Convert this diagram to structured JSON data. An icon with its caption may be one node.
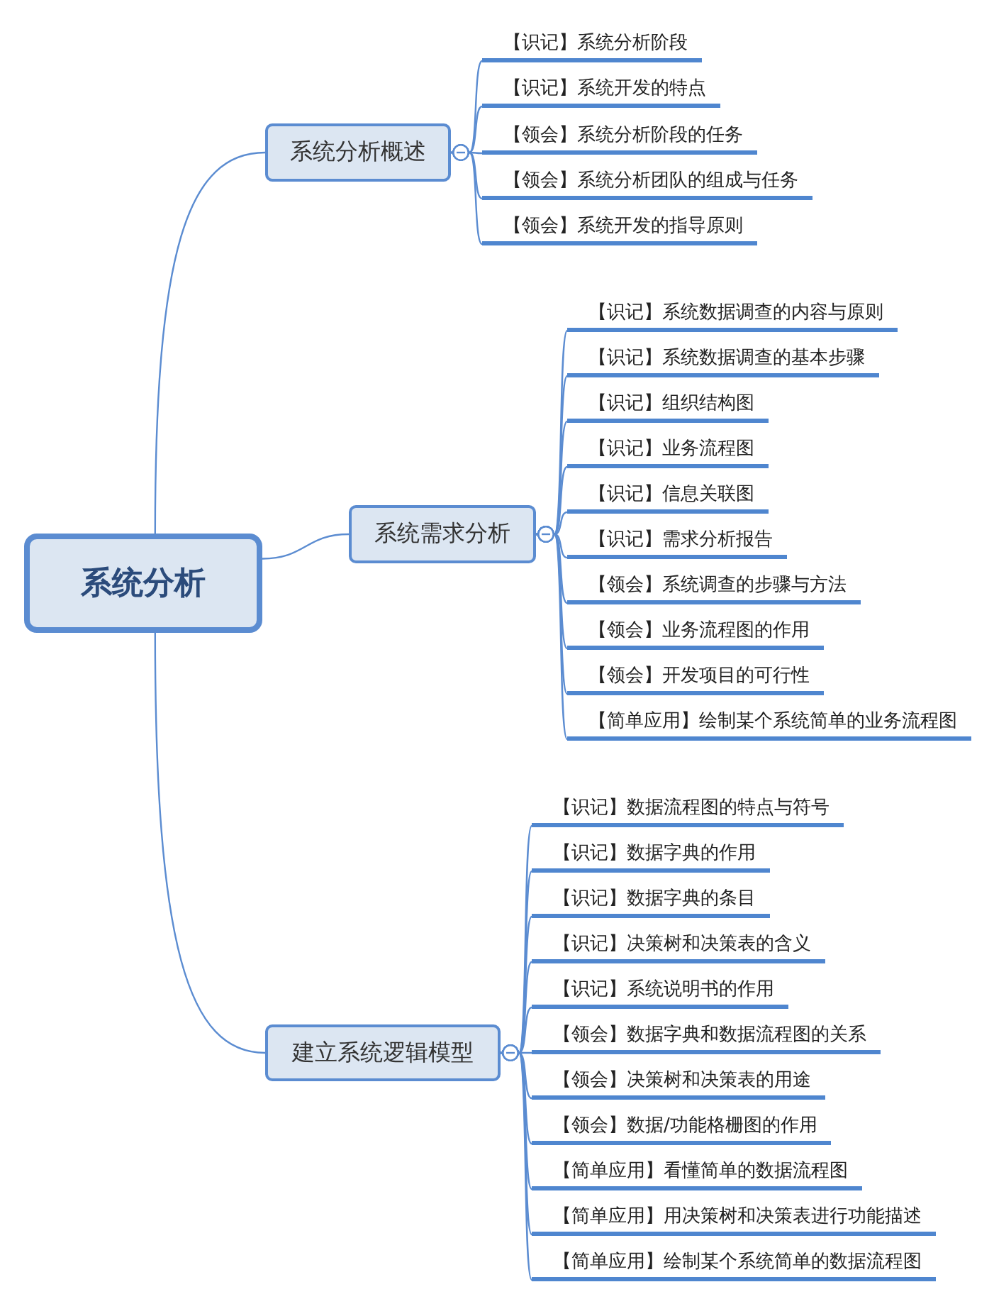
{
  "diagram": {
    "nodes": [
      {
        "text": [
          "系统分析"
        ]
      },
      {
        "text": [
          "系统分析概述"
        ]
      },
      {
        "text": [
          "【识记】系统分析阶段"
        ]
      },
      {
        "text": [
          "【识记】系统开发的特点"
        ]
      },
      {
        "text": [
          "【领会】系统分析阶段的任务"
        ]
      },
      {
        "text": [
          "【领会】系统分析团队的组成与任务"
        ]
      },
      {
        "text": [
          "【领会】系统开发的指导原则"
        ]
      },
      {
        "text": [
          "系统需求分析"
        ]
      },
      {
        "text": [
          "【识记】系统数据调查的内容与原则"
        ]
      },
      {
        "text": [
          "【识记】系统数据调查的基本步骤"
        ]
      },
      {
        "text": [
          "【识记】组织结构图"
        ]
      },
      {
        "text": [
          "【识记】业务流程图"
        ]
      },
      {
        "text": [
          "【识记】信息关联图"
        ]
      },
      {
        "text": [
          "【识记】需求分析报告"
        ]
      },
      {
        "text": [
          "【领会】系统调查的步骤与方法"
        ]
      },
      {
        "text": [
          "【领会】业务流程图的作用"
        ]
      },
      {
        "text": [
          "【领会】开发项目的可行性"
        ]
      },
      {
        "text": [
          "【简单应用】绘制某个系统简单的业务流程图"
        ]
      },
      {
        "text": [
          "建立系统逻辑模型"
        ]
      },
      {
        "text": [
          "【识记】数据流程图的特点与符号"
        ]
      },
      {
        "text": [
          "【识记】数据字典的作用"
        ]
      },
      {
        "text": [
          "【识记】数据字典的条目"
        ]
      },
      {
        "text": [
          "【识记】决策树和决策表的含义"
        ]
      },
      {
        "text": [
          "【识记】系统说明书的作用"
        ]
      },
      {
        "text": [
          "【领会】数据字典和数据流程图的关系"
        ]
      },
      {
        "text": [
          "【领会】决策树和决策表的用途"
        ]
      },
      {
        "text": [
          "【领会】数据/功能格栅图的作用"
        ]
      },
      {
        "text": [
          "【简单应用】看懂简单的数据流程图"
        ]
      },
      {
        "text": [
          "【简单应用】用决策树和决策表进行功能描述"
        ]
      },
      {
        "text": [
          "【简单应用】绘制某个系统简单的数据流程图"
        ]
      }
    ],
    "edges": [
      {
        "from": 0,
        "to": 1,
        "arrow": "none"
      },
      {
        "from": 0,
        "to": 7,
        "arrow": "none"
      },
      {
        "from": 0,
        "to": 18,
        "arrow": "none"
      },
      {
        "from": 1,
        "to": 2,
        "arrow": "other"
      },
      {
        "from": 1,
        "to": 3,
        "arrow": "other"
      },
      {
        "from": 1,
        "to": 4,
        "arrow": "other"
      },
      {
        "from": 1,
        "to": 5,
        "arrow": "other"
      },
      {
        "from": 1,
        "to": 6,
        "arrow": "other"
      },
      {
        "from": 7,
        "to": 8,
        "arrow": "other"
      },
      {
        "from": 7,
        "to": 9,
        "arrow": "other"
      },
      {
        "from": 7,
        "to": 10,
        "arrow": "other"
      },
      {
        "from": 7,
        "to": 11,
        "arrow": "other"
      },
      {
        "from": 7,
        "to": 12,
        "arrow": "other"
      },
      {
        "from": 7,
        "to": 13,
        "arrow": "other"
      },
      {
        "from": 7,
        "to": 14,
        "arrow": "other"
      },
      {
        "from": 7,
        "to": 15,
        "arrow": "other"
      },
      {
        "from": 7,
        "to": 16,
        "arrow": "other"
      },
      {
        "from": 7,
        "to": 17,
        "arrow": "other"
      },
      {
        "from": 18,
        "to": 19,
        "arrow": "other"
      },
      {
        "from": 18,
        "to": 20,
        "arrow": "other"
      },
      {
        "from": 18,
        "to": 21,
        "arrow": "other"
      },
      {
        "from": 18,
        "to": 22,
        "arrow": "other"
      },
      {
        "from": 18,
        "to": 23,
        "arrow": "other"
      },
      {
        "from": 18,
        "to": 24,
        "arrow": "other"
      },
      {
        "from": 18,
        "to": 25,
        "arrow": "other"
      },
      {
        "from": 18,
        "to": 26,
        "arrow": "other"
      },
      {
        "from": 18,
        "to": 27,
        "arrow": "other"
      },
      {
        "from": 18,
        "to": 28,
        "arrow": "other"
      },
      {
        "from": 18,
        "to": 29,
        "arrow": "other"
      }
    ]
  }
}
